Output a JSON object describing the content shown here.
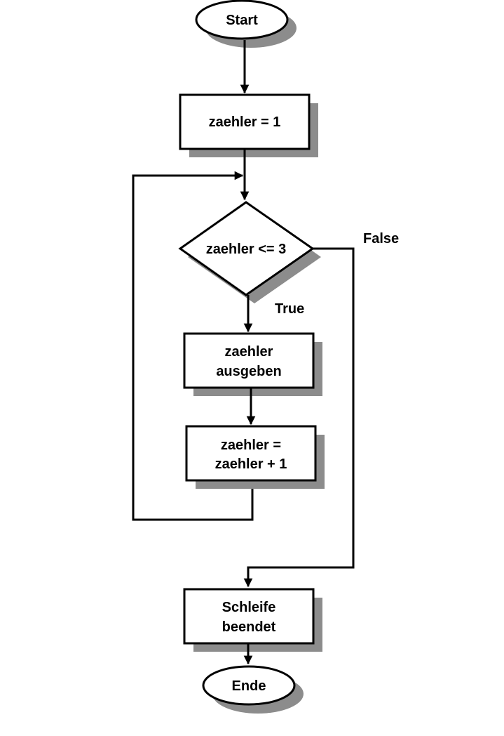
{
  "diagram": {
    "nodes": {
      "start": {
        "label": "Start"
      },
      "init": {
        "label": "zaehler = 1"
      },
      "condition": {
        "label": "zaehler <= 3"
      },
      "output": {
        "lines": [
          "zaehler",
          "ausgeben"
        ]
      },
      "increment": {
        "lines": [
          "zaehler =",
          "zaehler + 1"
        ]
      },
      "loop_end": {
        "lines": [
          "Schleife",
          "beendet"
        ]
      },
      "end": {
        "label": "Ende"
      }
    },
    "edges": {
      "true_label": "True",
      "false_label": "False"
    }
  },
  "colors": {
    "stroke": "#000000",
    "fill": "#ffffff",
    "shadow": "#8c8c8c"
  }
}
